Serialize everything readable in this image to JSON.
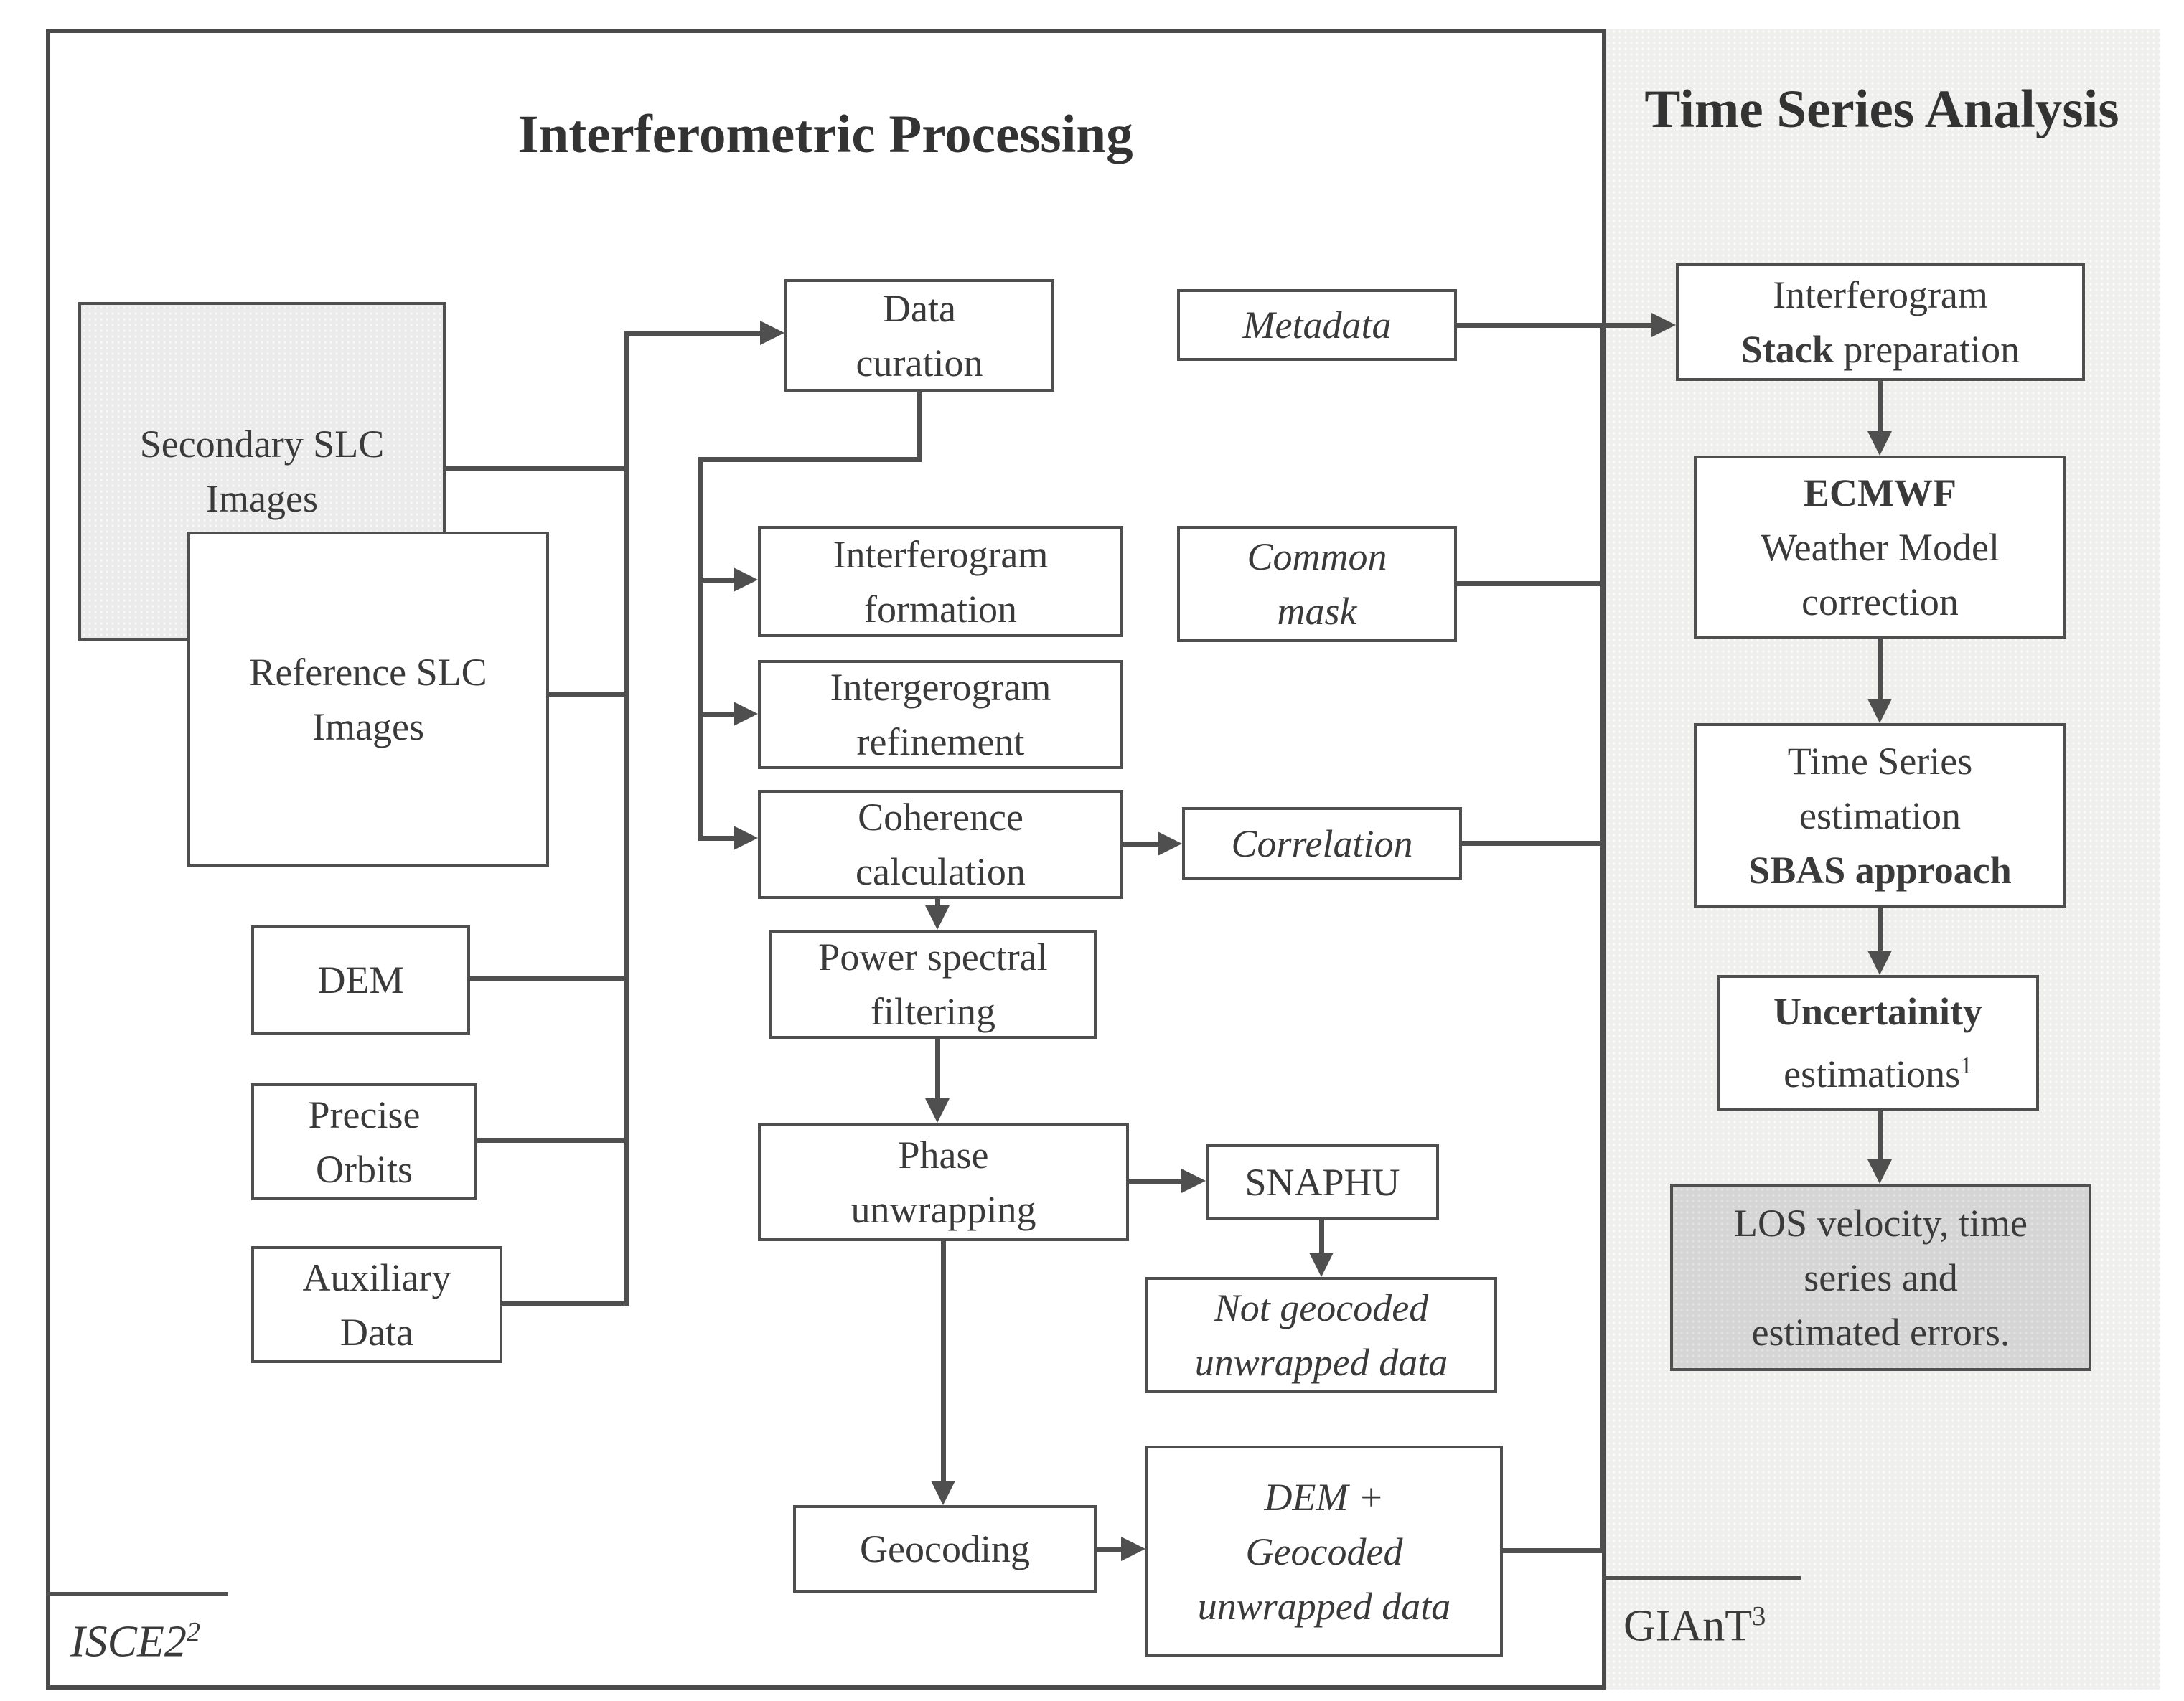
{
  "titles": {
    "left": "Interferometric Processing",
    "right_line1": "Time Series",
    "right_line2": "Analysis"
  },
  "footers": {
    "left_base": "ISCE2",
    "left_sup": "2",
    "right_base": "GIAnT",
    "right_sup": "3"
  },
  "nodes": {
    "secondary_slc": {
      "line1": "Secondary SLC",
      "line2": "Images"
    },
    "reference_slc": {
      "line1": "Reference SLC",
      "line2": "Images"
    },
    "dem": {
      "line1": "DEM"
    },
    "precise_orbits": {
      "line1": "Precise",
      "line2": "Orbits"
    },
    "auxiliary_data": {
      "line1": "Auxiliary",
      "line2": "Data"
    },
    "data_curation": {
      "line1": "Data",
      "line2": "curation"
    },
    "interferogram_formation": {
      "line1": "Interferogram",
      "line2": "formation"
    },
    "intergerogram_refinement": {
      "line1": "Intergerogram",
      "line2": "refinement"
    },
    "coherence_calculation": {
      "line1": "Coherence",
      "line2": "calculation"
    },
    "power_spectral_filtering": {
      "line1": "Power spectral",
      "line2": "filtering"
    },
    "phase_unwrapping": {
      "line1": "Phase",
      "line2": "unwrapping"
    },
    "geocoding": {
      "line1": "Geocoding"
    },
    "metadata": {
      "line1": "Metadata"
    },
    "common_mask": {
      "line1": "Common",
      "line2": "mask"
    },
    "correlation": {
      "line1": "Correlation"
    },
    "snaphu": {
      "line1": "SNAPHU"
    },
    "not_geocoded": {
      "line1": "Not geocoded",
      "line2": "unwrapped data"
    },
    "dem_geocoded": {
      "line1": "DEM +",
      "line2": "Geocoded",
      "line3": "unwrapped data"
    },
    "stack_preparation": {
      "line1": "Interferogram",
      "line2_bold": "Stack",
      "line2_rest": " preparation"
    },
    "ecmwf": {
      "line1_bold": "ECMWF",
      "line2": "Weather Model",
      "line3": "correction"
    },
    "time_series_estimation": {
      "line1": "Time Series",
      "line2": "estimation",
      "line3_bold": "SBAS approach"
    },
    "uncertainity": {
      "line1_bold": "Uncertainity",
      "line2_base": "estimations",
      "line2_sup": "1"
    },
    "los_velocity": {
      "line1": "LOS velocity, time",
      "line2": "series and",
      "line3": "estimated errors."
    }
  },
  "colors": {
    "line": "#4f4f4f",
    "text": "#3a3a3a",
    "panel_background": "#efefee",
    "shaded_background": "#ebebeb",
    "result_background": "#d5d5d5"
  }
}
